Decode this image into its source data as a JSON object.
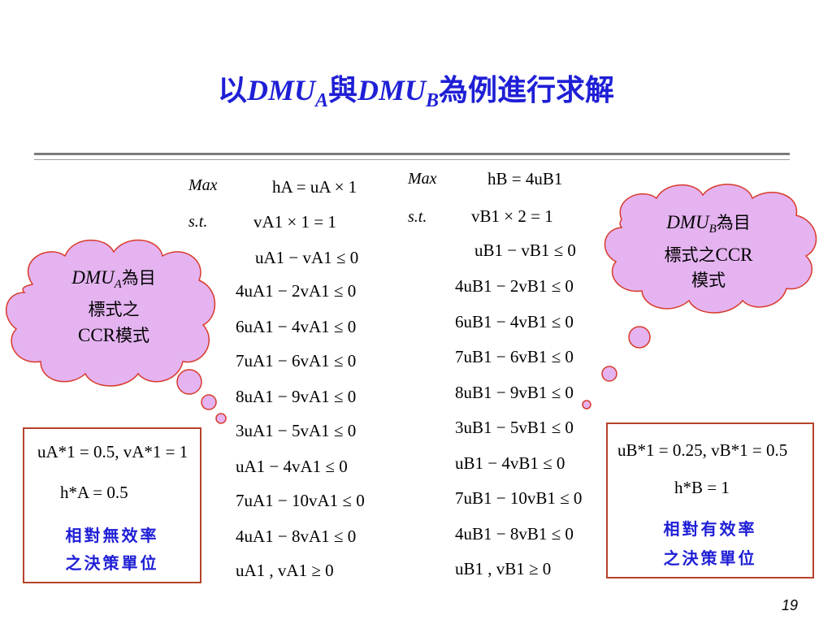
{
  "slide": {
    "title_prefix": "以",
    "title_dmu": "DMU",
    "title_sub_a": "A",
    "title_mid": "與",
    "title_sub_b": "B",
    "title_suffix": "為例進行求解",
    "page_number": "19"
  },
  "model_a": {
    "max_label": "Max",
    "st_label": "s.t.",
    "objective": "hA = uA × 1",
    "constraints": [
      "vA1 × 1 = 1",
      "uA1 − vA1 ≤ 0",
      "4uA1 − 2vA1 ≤ 0",
      "6uA1 − 4vA1 ≤ 0",
      "7uA1 − 6vA1 ≤ 0",
      "8uA1 − 9vA1 ≤ 0",
      "3uA1 − 5vA1 ≤ 0",
      "uA1 − 4vA1 ≤ 0",
      "7uA1 − 10vA1 ≤ 0",
      "4uA1 − 8vA1 ≤ 0",
      "uA1 , vA1 ≥ 0"
    ]
  },
  "model_b": {
    "max_label": "Max",
    "st_label": "s.t.",
    "objective": "hB = 4uB1",
    "constraints": [
      "vB1 × 2 = 1",
      "uB1 − vB1 ≤ 0",
      "4uB1 − 2vB1 ≤ 0",
      "6uB1 − 4vB1 ≤ 0",
      "7uB1 − 6vB1 ≤ 0",
      "8uB1 − 9vB1 ≤ 0",
      "3uB1 − 5vB1 ≤ 0",
      "uB1 − 4vB1 ≤ 0",
      "7uB1 − 10vB1 ≤ 0",
      "4uB1 − 8vB1 ≤ 0",
      "uB1 , vB1 ≥ 0"
    ]
  },
  "cloud_a": {
    "dmu": "DMU",
    "sub": "A",
    "line1_rest": "為目",
    "line2": "標式之",
    "line3_lat": "CCR",
    "line3_rest": "模式"
  },
  "cloud_b": {
    "dmu": "DMU",
    "sub": "B",
    "line1_rest": "為目",
    "line2_rest": "標式之",
    "line2_lat": "CCR",
    "line3": "模式"
  },
  "result_a": {
    "solution": "uA*1 = 0.5, vA*1 = 1",
    "efficiency": "h*A = 0.5",
    "note_line1": "相對無效率",
    "note_line2": "之決策單位"
  },
  "result_b": {
    "solution": "uB*1 = 0.25, vB*1 = 0.5",
    "efficiency": "h*B = 1",
    "note_line1": "相對有效率",
    "note_line2": "之決策單位"
  },
  "colors": {
    "title": "#1f1fd6",
    "cloud_fill": "#e4b3f0",
    "cloud_stroke": "#d83a2a",
    "box_border": "#b5432a",
    "note_text": "#1f1fd6"
  }
}
